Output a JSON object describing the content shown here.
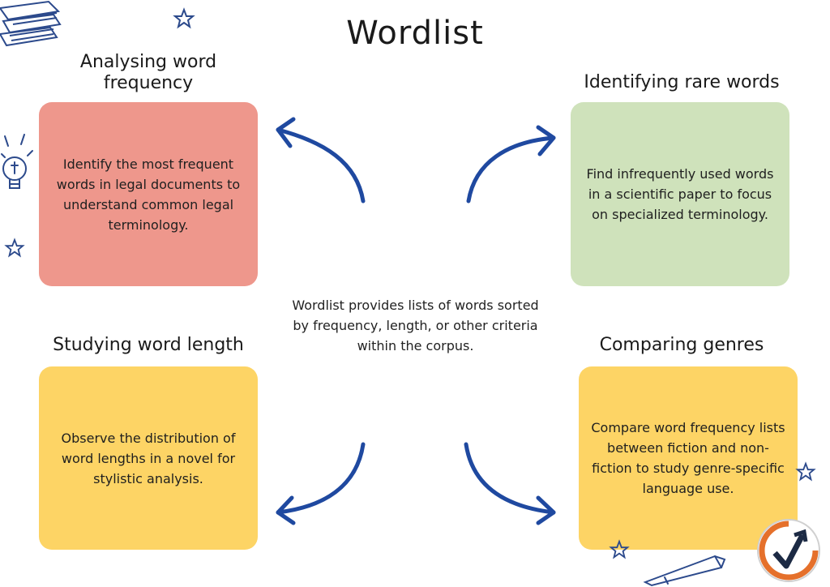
{
  "title": "Wordlist",
  "center_text": "Wordlist provides lists of words sorted by frequency, length, or other criteria within the corpus.",
  "colors": {
    "red_box": "#ee978c",
    "green_box": "#cfe2bb",
    "yellow_box": "#fdd465",
    "arrow": "#1f49a0",
    "doodle": "#2c4a8c"
  },
  "cards": [
    {
      "heading": "Analysing word frequency",
      "text": "Identify the most frequent words in legal documents to understand common legal terminology."
    },
    {
      "heading": "Identifying rare words",
      "text": "Find infrequently used words in a scientific paper to focus on specialized terminology."
    },
    {
      "heading": "Studying word length",
      "text": "Observe the distribution of word lengths in a novel for stylistic analysis."
    },
    {
      "heading": "Comparing genres",
      "text": "Compare word frequency lists between fiction and non-fiction to study genre-specific language use."
    }
  ],
  "icons": [
    "books-icon",
    "star-icon",
    "lightbulb-icon",
    "pen-icon",
    "logo-icon"
  ]
}
